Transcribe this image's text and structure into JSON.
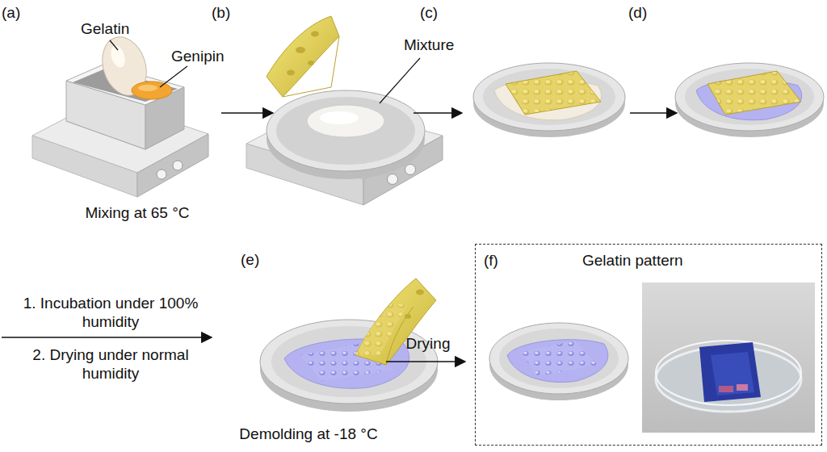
{
  "diagram": {
    "nodes": [
      {
        "text": [
          "(f)",
          "Gelatin pattern"
        ]
      }
    ],
    "labels": [
      "(a)",
      "(b)",
      "(c)",
      "(d)",
      "Gelatin",
      "Genipin",
      "Mixture",
      "Mixing at 65 °C",
      "1. Incubation under 100% humidity",
      "2. Drying under normal humidity",
      "(e)",
      "Demolding at -18 °C",
      "Drying"
    ]
  }
}
